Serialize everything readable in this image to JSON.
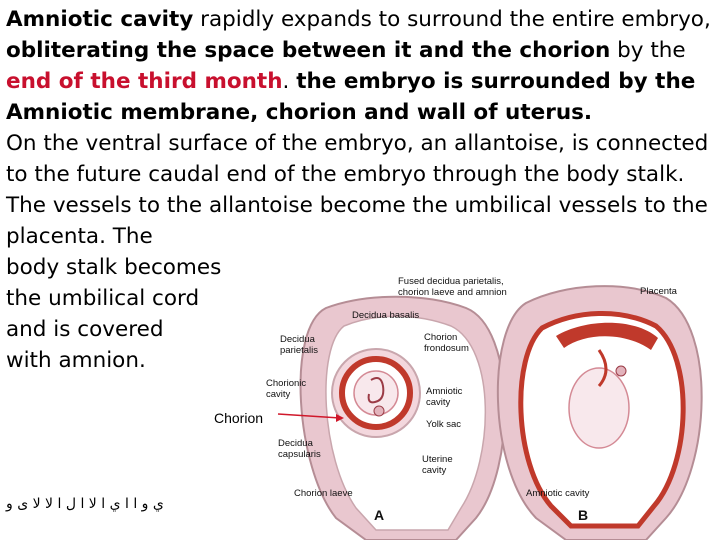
{
  "paragraph": {
    "s1_bold": "Amniotic cavity",
    "s1_a": " rapidly expands to surround the entire embryo, ",
    "s1_bold2": "obliterating the space between it and the chorion",
    "s1_b": " by the ",
    "s1_red": "end of the third month",
    "s1_c": ". ",
    "s2_bold": "the embryo is surrounded by the Amniotic membrane, chorion and wall of uterus.",
    "s3": "On the ventral surface of the embryo, an allantoise, is connected to the future caudal end of the embryo through the body stalk. The vessels to the allantoise  become the umbilical vessels to the placenta. The",
    "s4_l1": "body stalk becomes",
    "s4_l2": "the umbilical cord",
    "s4_l3": "and is covered",
    "s4_l4": "with amnion."
  },
  "figure": {
    "labels": {
      "fused": "Fused decidua parietalis,",
      "fused2": "chorion laeve and amnion",
      "placenta": "Placenta",
      "decidua_basalis": "Decidua basalis",
      "decidua_parietalis1": "Decidua",
      "decidua_parietalis2": "parietalis",
      "chorion_frondosum1": "Chorion",
      "chorion_frondosum2": "frondosum",
      "chorionic_cavity1": "Chorionic",
      "chorionic_cavity2": "cavity",
      "amniotic_cavity1": "Amniotic",
      "amniotic_cavity2": "cavity",
      "yolk_sac": "Yolk sac",
      "decidua_capsularis1": "Decidua",
      "decidua_capsularis2": "capsularis",
      "uterine_cavity1": "Uterine",
      "uterine_cavity2": "cavity",
      "chorion_laeve": "Chorion laeve",
      "amniotic_cavity_b": "Amniotic cavity",
      "panel_a": "A",
      "panel_b": "B"
    },
    "callout": "Chorion",
    "colors": {
      "tissue": "#e9c7cf",
      "tissue_dark": "#c9a6ad",
      "chorion_red": "#c0392b",
      "arrow": "#d0182b"
    }
  },
  "footer_text": "ي و ا ا ي ا لا ا ل ا لا لا ى و"
}
